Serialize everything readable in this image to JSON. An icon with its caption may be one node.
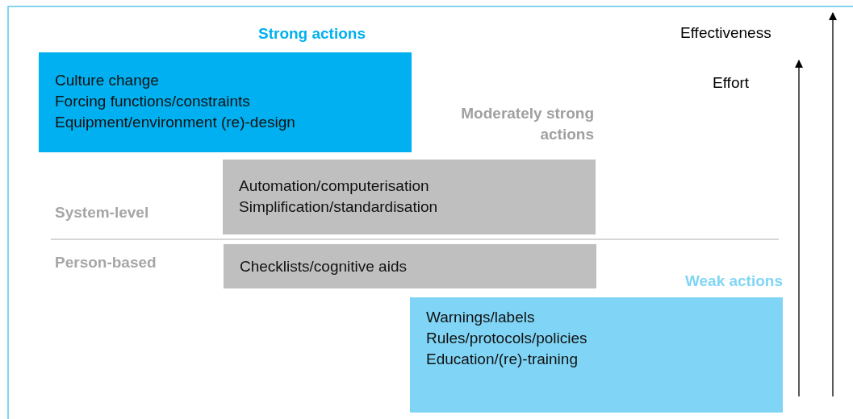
{
  "diagram": {
    "nodes": [
      {
        "text": [
          "Strong actions",
          "Culture change",
          "Forcing functions/constraints",
          "Equipment/environment (re)-design"
        ]
      },
      {
        "text": [
          "Moderately strong actions",
          "Automation/computerisation",
          "Simplification/standardisation"
        ]
      },
      {
        "text": [
          "Checklists/cognitive aids"
        ]
      },
      {
        "text": [
          "Weak actions",
          "Warnings/labels",
          "Rules/protocols/policies",
          "Education/(re)-training"
        ]
      }
    ],
    "edges": [],
    "labels": [
      "Effectiveness",
      "Effort",
      "System-level",
      "Person-based"
    ]
  }
}
